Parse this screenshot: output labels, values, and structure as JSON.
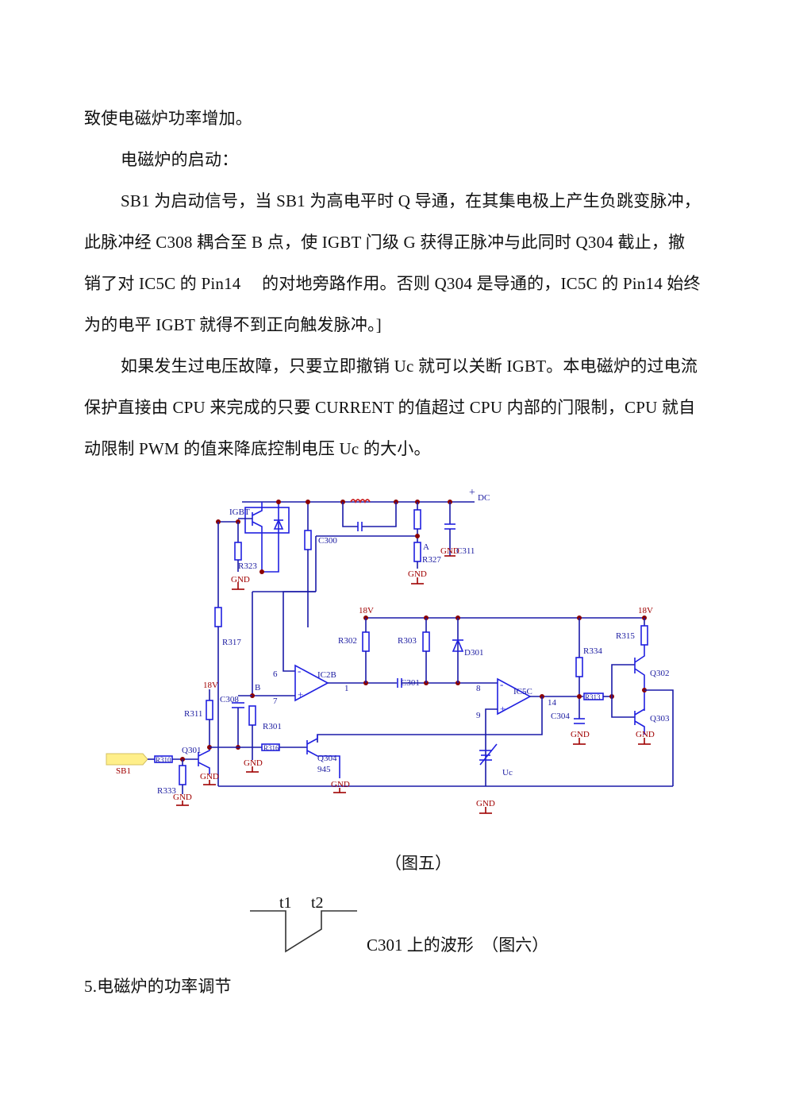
{
  "paragraphs": [
    "致使电磁炉功率增加。",
    "电磁炉的启动：",
    "SB1 为启动信号，当 SB1 为高电平时 Q 导通，在其集电极上产生负跳变脉冲，",
    "此脉冲经 C308 耦合至 B 点，使 IGBT 门级 G 获得正脉冲与此同时 Q304 截止，撤",
    "销了对 IC5C 的 Pin14　 的对地旁路作用。否则 Q304 是导通的，IC5C 的 Pin14 始终",
    "为的电平 IGBT 就得不到正向触发脉冲。]",
    "如果发生过电压故障，只要立即撤销 Uc 就可以关断 IGBT。本电磁炉的过电流",
    "保护直接由 CPU 来完成的只要 CURRENT 的值超过 CPU 内部的门限制，CPU 就自",
    "动限制 PWM 的值来降底控制电压 Uc 的大小。"
  ],
  "figure5": {
    "caption": "（图五）",
    "labels": {
      "igbt": "IGBT",
      "dc": "DC",
      "dc_plus": "+",
      "c300": "C300",
      "a": "A",
      "r327": "R327",
      "r323": "R323",
      "c311": "C311",
      "gnd": "GND",
      "v18": "18V",
      "r317": "R317",
      "r302": "R302",
      "r303": "R303",
      "d301": "D301",
      "r334": "R334",
      "r315": "R315",
      "ic2b": "IC2B",
      "ic5c": "IC5C",
      "pin6": "6",
      "pin7": "7",
      "pin1": "1",
      "pin8": "8",
      "pin9": "9",
      "pin14": "14",
      "b": "B",
      "c308": "C308",
      "c301": "C301",
      "c304": "C304",
      "r311": "R311",
      "r301": "R301",
      "r313": "R313",
      "r316": "R316",
      "r310": "R310",
      "r333": "R333",
      "q301": "Q301",
      "q304": "Q304",
      "q302": "Q302",
      "q303": "Q303",
      "sb1": "SB1",
      "uc": "Uc",
      "q945": "945",
      "minus": "-",
      "plus": "+"
    }
  },
  "figure6": {
    "t1": "t1",
    "t2": "t2",
    "caption": "C301 上的波形　（图六）"
  },
  "section_heading": "5.电磁炉的功率调节",
  "colors": {
    "wire": "#1a1aa8",
    "junction": "#8b0000",
    "ground": "#a00000",
    "sb1_fill": "#ffef8a"
  }
}
